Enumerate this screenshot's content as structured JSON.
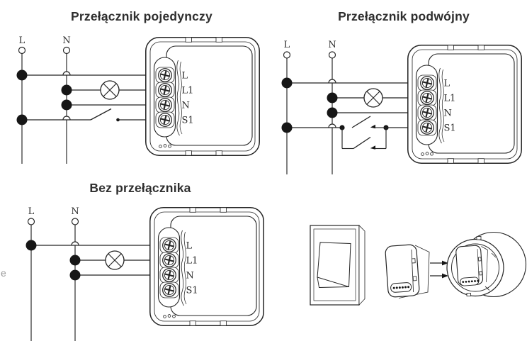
{
  "diagrams": {
    "single": {
      "title": "Przełącznik pojedynczy",
      "terminals_connected": [
        "L",
        "L1",
        "N",
        "S1"
      ],
      "switch": "single"
    },
    "double": {
      "title": "Przełącznik podwójny",
      "terminals_connected": [
        "L",
        "L1",
        "N",
        "S1"
      ],
      "switch": "double"
    },
    "none": {
      "title": "Bez przełącznika",
      "terminals_connected": [
        "L",
        "L1",
        "N"
      ],
      "switch": "none"
    }
  },
  "wire_labels": {
    "live": "L",
    "neutral": "N"
  },
  "module": {
    "terminals": [
      "L",
      "L1",
      "N",
      "S1"
    ]
  },
  "symbols": {
    "lamp": "circle-with-cross-lamp",
    "junction": "filled-dot",
    "crossover": "semicircle-hop"
  },
  "watermark": "e",
  "colors": {
    "line": "#232323",
    "text": "#2e2e2e",
    "watermark": "#9a9a9a"
  }
}
